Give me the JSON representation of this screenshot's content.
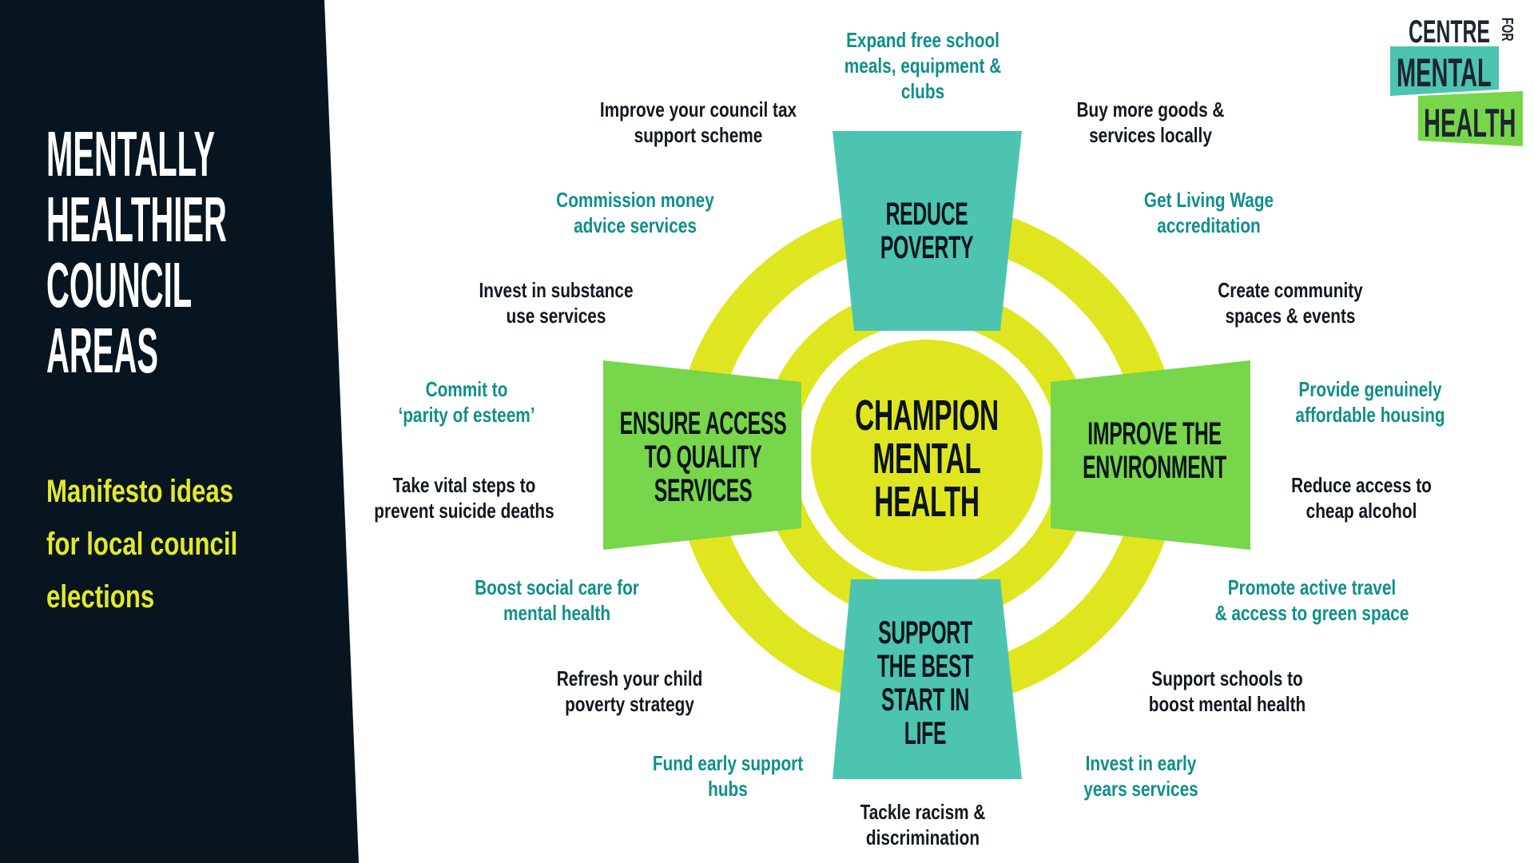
{
  "sidebar": {
    "title": "MENTALLY\nHEALTHIER\nCOUNCIL\nAREAS",
    "subtitle": "Manifesto ideas\nfor local council\nelections"
  },
  "logo": {
    "line1": "CENTRE",
    "for": "FOR",
    "line2": "MENTAL",
    "line3": "HEALTH"
  },
  "colors": {
    "panel": "#071520",
    "ring": "#dfe620",
    "teal_shape": "#4dc4b0",
    "green_shape": "#77d64a",
    "teal_text": "#0e8f8a",
    "subtitle": "#e3e82a"
  },
  "diagram": {
    "center": "CHAMPION\nMENTAL\nHEALTH",
    "pillars": {
      "top": "REDUCE\nPOVERTY",
      "left": "ENSURE ACCESS\nTO QUALITY\nSERVICES",
      "right": "IMPROVE THE\nENVIRONMENT",
      "bottom": "SUPPORT\nTHE BEST\nSTART IN\nLIFE"
    },
    "ideas": [
      {
        "text": "Expand free school\nmeals, equipment &\nclubs",
        "style": "teal"
      },
      {
        "text": "Improve your council tax\nsupport scheme",
        "style": "dark"
      },
      {
        "text": "Buy more goods &\nservices locally",
        "style": "dark"
      },
      {
        "text": "Commission money\nadvice services",
        "style": "teal"
      },
      {
        "text": "Get Living Wage\naccreditation",
        "style": "teal"
      },
      {
        "text": "Invest in substance\nuse services",
        "style": "dark"
      },
      {
        "text": "Create community\nspaces & events",
        "style": "dark"
      },
      {
        "text": "Commit to\n‘parity of esteem’",
        "style": "teal"
      },
      {
        "text": "Provide genuinely\naffordable housing",
        "style": "teal"
      },
      {
        "text": "Take vital steps to\nprevent suicide deaths",
        "style": "dark"
      },
      {
        "text": "Reduce access to\ncheap alcohol",
        "style": "dark"
      },
      {
        "text": "Boost social care for\nmental health",
        "style": "teal"
      },
      {
        "text": "Promote active travel\n& access to green space",
        "style": "teal"
      },
      {
        "text": "Refresh your child\npoverty strategy",
        "style": "dark"
      },
      {
        "text": "Support schools to\nboost mental health",
        "style": "dark"
      },
      {
        "text": "Fund early support\nhubs",
        "style": "teal"
      },
      {
        "text": "Invest in early\nyears services",
        "style": "teal"
      },
      {
        "text": "Tackle racism &\ndiscrimination",
        "style": "dark"
      }
    ]
  }
}
